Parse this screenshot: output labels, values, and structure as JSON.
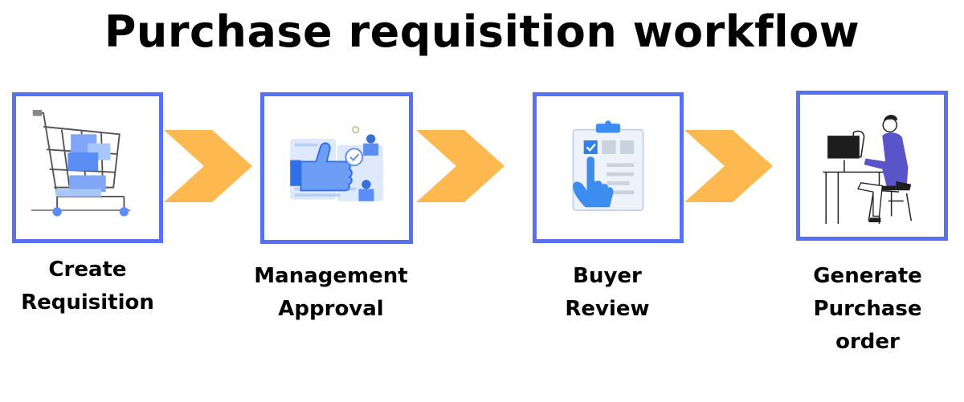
{
  "title": "Purchase requisition workflow",
  "colors": {
    "box_border": "#5670f6",
    "arrow": "#fdb94f",
    "icon_blue": "#5a8df5",
    "icon_light": "#a9c6fb"
  },
  "steps": [
    {
      "lines": [
        "Create",
        "Requisition"
      ],
      "icon": "shopping-cart-icon"
    },
    {
      "lines": [
        "Management",
        "Approval"
      ],
      "icon": "thumbs-up-approval-icon"
    },
    {
      "lines": [
        "Buyer",
        "Review"
      ],
      "icon": "clipboard-check-icon"
    },
    {
      "lines": [
        "Generate",
        "Purchase",
        "order"
      ],
      "icon": "person-at-computer-icon"
    }
  ]
}
